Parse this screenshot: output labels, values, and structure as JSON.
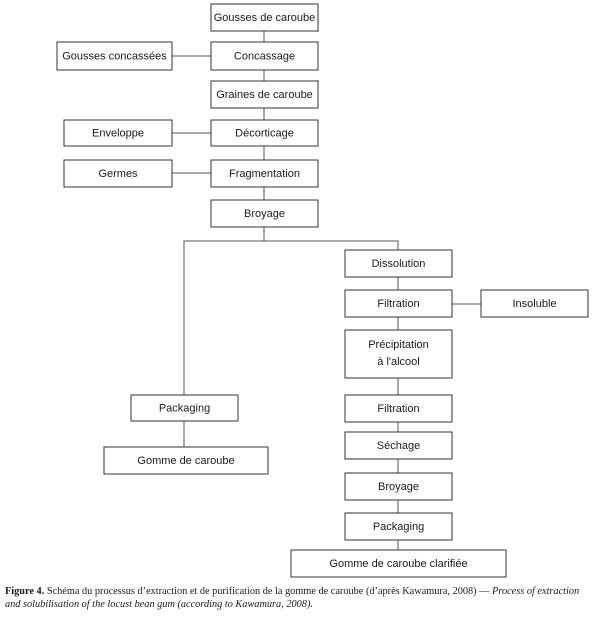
{
  "diagram": {
    "nodes": {
      "gousses": "Gousses de caroube",
      "concassage": "Concassage",
      "gousses_concassees": "Gousses concassées",
      "graines": "Graines de caroube",
      "decorticage": "Décorticage",
      "enveloppe": "Enveloppe",
      "fragmentation": "Fragmentation",
      "germes": "Germes",
      "broyage": "Broyage",
      "dissolution": "Dissolution",
      "filtration1": "Filtration",
      "insoluble": "Insoluble",
      "precipitation_l1": "Précipitation",
      "precipitation_l2": "à l'alcool",
      "filtration2": "Filtration",
      "sechage": "Séchage",
      "broyage2": "Broyage",
      "packaging_right": "Packaging",
      "gomme_clarifiee": "Gomme de caroube clarifiée",
      "packaging_left": "Packaging",
      "gomme": "Gomme de caroube"
    }
  },
  "caption": {
    "label": "Figure 4.",
    "french": " Schéma du processus d’extraction et de purification de la gomme de caroube (d’après Kawamura, 2008) — ",
    "english": "Process of extraction and solubilisation of the locust bean gum (according to Kawamura, 2008)."
  }
}
